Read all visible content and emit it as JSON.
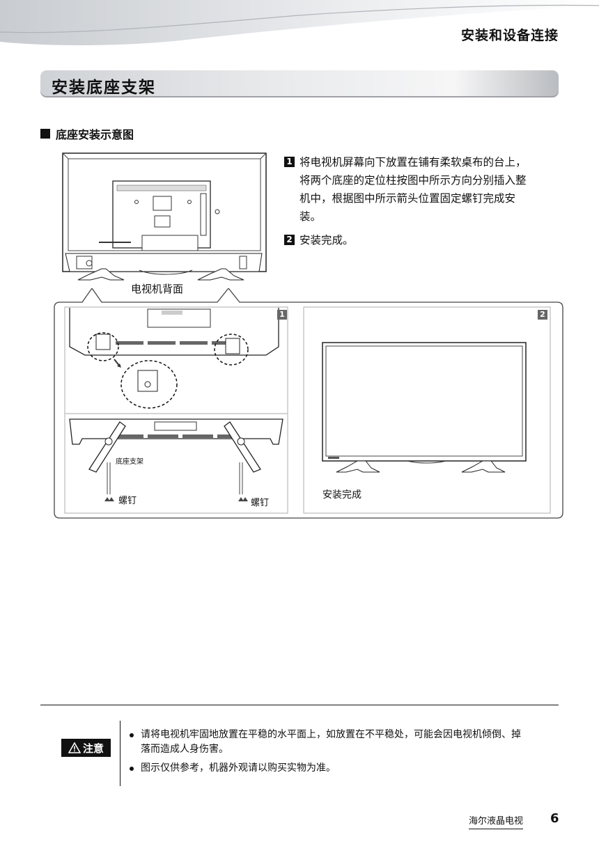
{
  "header": {
    "chapter_title": "安装和设备连接"
  },
  "section": {
    "title": "安装底座支架"
  },
  "subsection": {
    "title": "底座安装示意图"
  },
  "steps": [
    {
      "number": "1",
      "lines": [
        "将电视机屏幕向下放置在铺有柔软桌布的台上，",
        "将两个底座的定位柱按图中所示方向分别插入整",
        "机中，根据图中所示箭头位置固定螺钉完成安",
        "装。"
      ]
    },
    {
      "number": "2",
      "lines": [
        "安装完成。"
      ]
    }
  ],
  "figure": {
    "tv_back_label": "电视机背面",
    "panel1_number": "1",
    "panel2_number": "2",
    "stand_label": "底座支架",
    "screw_label_left": "螺钉",
    "screw_label_right": "螺钉",
    "complete_label": "安装完成"
  },
  "note": {
    "badge": "注意",
    "items": [
      {
        "lines": [
          "请将电视机牢固地放置在平稳的水平面上，如放置在不平稳处，可能会因电视机倾倒、掉",
          "落而造成人身伤害。"
        ]
      },
      {
        "lines": [
          "图示仅供参考，机器外观请以购买实物为准。"
        ]
      }
    ]
  },
  "footer": {
    "brand": "海尔液晶电视",
    "page": "6"
  }
}
